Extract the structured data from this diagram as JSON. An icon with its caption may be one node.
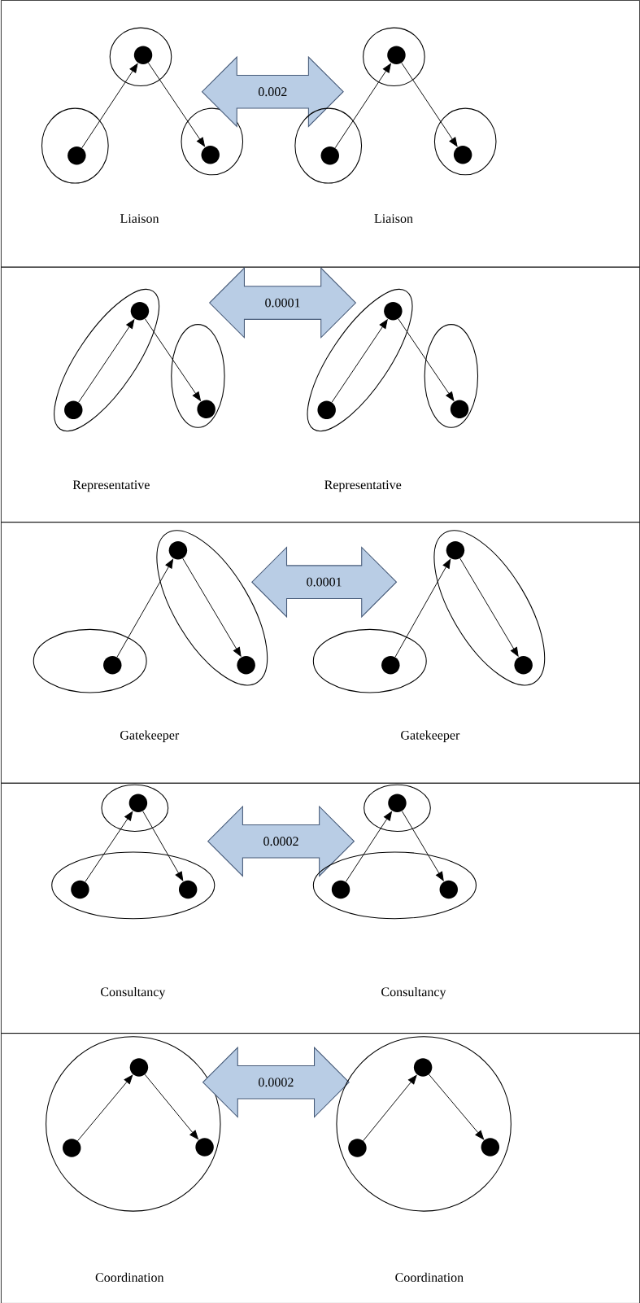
{
  "diagram": {
    "nodes": [
      {
        "text": [
          "Liaison",
          "Liaison"
        ]
      },
      {
        "text": [],
        "shape": "ellipse",
        "in": 0
      },
      {
        "text": [],
        "shape": "dot",
        "in": 1
      },
      {
        "text": [],
        "shape": "ellipse",
        "in": 0
      },
      {
        "text": [],
        "shape": "dot",
        "in": 3
      },
      {
        "text": [],
        "shape": "ellipse",
        "in": 0
      },
      {
        "text": [],
        "shape": "dot",
        "in": 5
      },
      {
        "text": [
          "0.002"
        ],
        "in": 0
      },
      {
        "text": [],
        "shape": "ellipse",
        "in": 0
      },
      {
        "text": [],
        "shape": "dot",
        "in": 8
      },
      {
        "text": [],
        "shape": "ellipse",
        "in": 0
      },
      {
        "text": [],
        "shape": "dot",
        "in": 10
      },
      {
        "text": [],
        "shape": "ellipse",
        "in": 0
      },
      {
        "text": [],
        "shape": "dot",
        "in": 12
      },
      {
        "text": [
          "Representative",
          "Representative"
        ]
      },
      {
        "text": [],
        "shape": "ellipse",
        "in": 14
      },
      {
        "text": [],
        "shape": "dot",
        "in": 15
      },
      {
        "text": [],
        "shape": "dot",
        "in": 15
      },
      {
        "text": [],
        "shape": "ellipse",
        "in": 14
      },
      {
        "text": [],
        "shape": "dot",
        "in": 18
      },
      {
        "text": [
          "0.0001"
        ],
        "in": 14
      },
      {
        "text": [],
        "shape": "ellipse",
        "in": 14
      },
      {
        "text": [],
        "shape": "dot",
        "in": 21
      },
      {
        "text": [],
        "shape": "dot",
        "in": 21
      },
      {
        "text": [],
        "shape": "ellipse",
        "in": 14
      },
      {
        "text": [],
        "shape": "dot",
        "in": 24
      },
      {
        "text": [
          "Gatekeeper",
          "Gatekeeper"
        ]
      },
      {
        "text": [],
        "shape": "ellipse",
        "in": 26
      },
      {
        "text": [],
        "shape": "dot",
        "in": 27
      },
      {
        "text": [],
        "shape": "dot",
        "in": 27
      },
      {
        "text": [],
        "shape": "ellipse",
        "in": 26
      },
      {
        "text": [],
        "shape": "dot",
        "in": 30
      },
      {
        "text": [
          "0.0001"
        ],
        "in": 26
      },
      {
        "text": [],
        "shape": "ellipse",
        "in": 26
      },
      {
        "text": [],
        "shape": "dot",
        "in": 33
      },
      {
        "text": [],
        "shape": "dot",
        "in": 33
      },
      {
        "text": [],
        "shape": "ellipse",
        "in": 26
      },
      {
        "text": [],
        "shape": "dot",
        "in": 36
      },
      {
        "text": [
          "Consultancy",
          "Consultancy"
        ]
      },
      {
        "text": [],
        "shape": "ellipse",
        "in": 38
      },
      {
        "text": [],
        "shape": "dot",
        "in": 39
      },
      {
        "text": [],
        "shape": "ellipse",
        "in": 38
      },
      {
        "text": [],
        "shape": "dot",
        "in": 41
      },
      {
        "text": [],
        "shape": "dot",
        "in": 41
      },
      {
        "text": [
          "0.0002"
        ],
        "in": 38
      },
      {
        "text": [],
        "shape": "ellipse",
        "in": 38
      },
      {
        "text": [],
        "shape": "dot",
        "in": 45
      },
      {
        "text": [],
        "shape": "ellipse",
        "in": 38
      },
      {
        "text": [],
        "shape": "dot",
        "in": 47
      },
      {
        "text": [],
        "shape": "dot",
        "in": 47
      },
      {
        "text": [
          "Coordination",
          "Coordination"
        ]
      },
      {
        "text": [],
        "shape": "circle",
        "in": 50
      },
      {
        "text": [],
        "shape": "dot",
        "in": 51
      },
      {
        "text": [],
        "shape": "dot",
        "in": 51
      },
      {
        "text": [],
        "shape": "dot",
        "in": 51
      },
      {
        "text": [
          "0.0002"
        ],
        "in": 50
      },
      {
        "text": [],
        "shape": "circle",
        "in": 50
      },
      {
        "text": [],
        "shape": "dot",
        "in": 56
      },
      {
        "text": [],
        "shape": "dot",
        "in": 56
      },
      {
        "text": [],
        "shape": "dot",
        "in": 56
      }
    ],
    "edges": [
      {
        "from": 4,
        "to": 2,
        "arrow": "to"
      },
      {
        "from": 2,
        "to": 6,
        "arrow": "to"
      },
      {
        "from": 11,
        "to": 9,
        "arrow": "to"
      },
      {
        "from": 9,
        "to": 13,
        "arrow": "to"
      },
      {
        "from": 17,
        "to": 16,
        "arrow": "to"
      },
      {
        "from": 16,
        "to": 19,
        "arrow": "to"
      },
      {
        "from": 23,
        "to": 22,
        "arrow": "to"
      },
      {
        "from": 22,
        "to": 25,
        "arrow": "to"
      },
      {
        "from": 31,
        "to": 28,
        "arrow": "to"
      },
      {
        "from": 28,
        "to": 29,
        "arrow": "to"
      },
      {
        "from": 37,
        "to": 34,
        "arrow": "to"
      },
      {
        "from": 34,
        "to": 35,
        "arrow": "to"
      },
      {
        "from": 42,
        "to": 40,
        "arrow": "to"
      },
      {
        "from": 40,
        "to": 43,
        "arrow": "to"
      },
      {
        "from": 48,
        "to": 46,
        "arrow": "to"
      },
      {
        "from": 46,
        "to": 49,
        "arrow": "to"
      },
      {
        "from": 53,
        "to": 52,
        "arrow": "to"
      },
      {
        "from": 52,
        "to": 54,
        "arrow": "to"
      },
      {
        "from": 58,
        "to": 57,
        "arrow": "to"
      },
      {
        "from": 57,
        "to": 59,
        "arrow": "to"
      }
    ]
  }
}
